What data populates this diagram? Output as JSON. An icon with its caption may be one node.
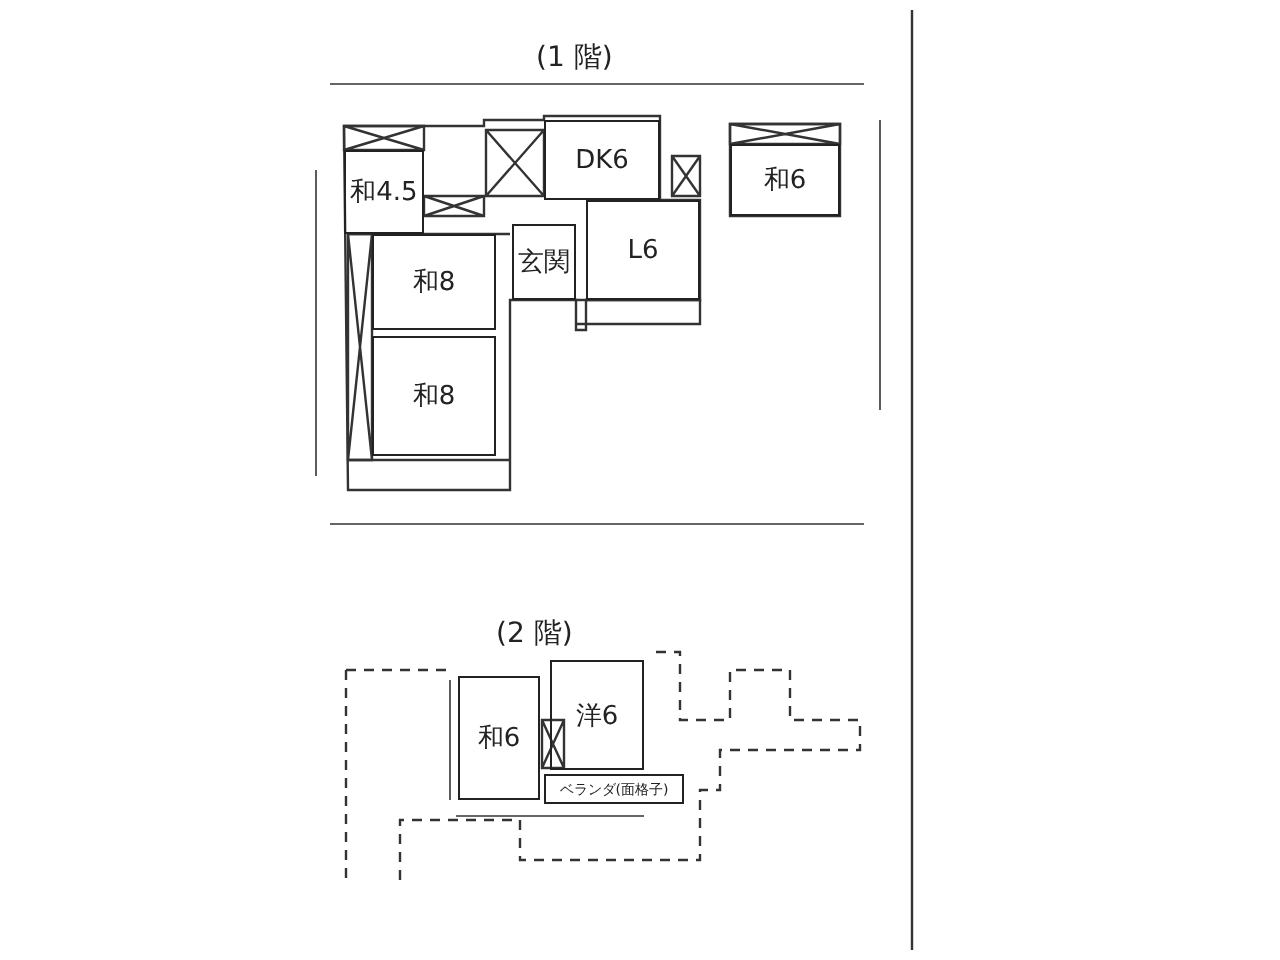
{
  "diagram": {
    "nodes": [
      {
        "text": [
          "和4.5"
        ]
      },
      {
        "text": [
          "DK6"
        ]
      },
      {
        "text": [
          "和6"
        ]
      },
      {
        "text": [
          "玄関"
        ]
      },
      {
        "text": [
          "L6"
        ]
      },
      {
        "text": [
          "和8"
        ]
      },
      {
        "text": [
          "和8"
        ]
      },
      {
        "text": [
          "和6"
        ]
      },
      {
        "text": [
          "洋6"
        ]
      },
      {
        "text": [
          "ベランダ(面格子)"
        ]
      }
    ],
    "labels": [
      "(1 階)",
      "(2 階)"
    ]
  }
}
